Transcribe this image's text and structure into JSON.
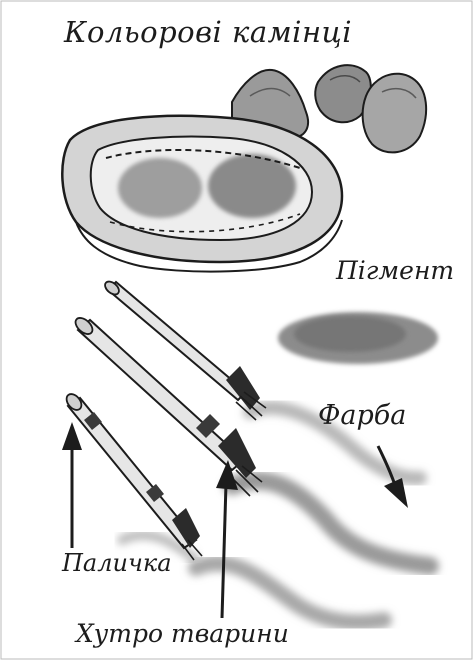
{
  "labels": {
    "title": "Кольорові камінці",
    "pigment": "Пігмент",
    "paint": "Фарба",
    "stick": "Паличка",
    "fur": "Хутро тварини"
  },
  "colors": {
    "ink": "#1c1c1c",
    "stone": "#9a9a9a",
    "pigment": "#8c8c8c",
    "stroke_paint": "#a8a8a8",
    "wood": "#e6e6e6"
  }
}
